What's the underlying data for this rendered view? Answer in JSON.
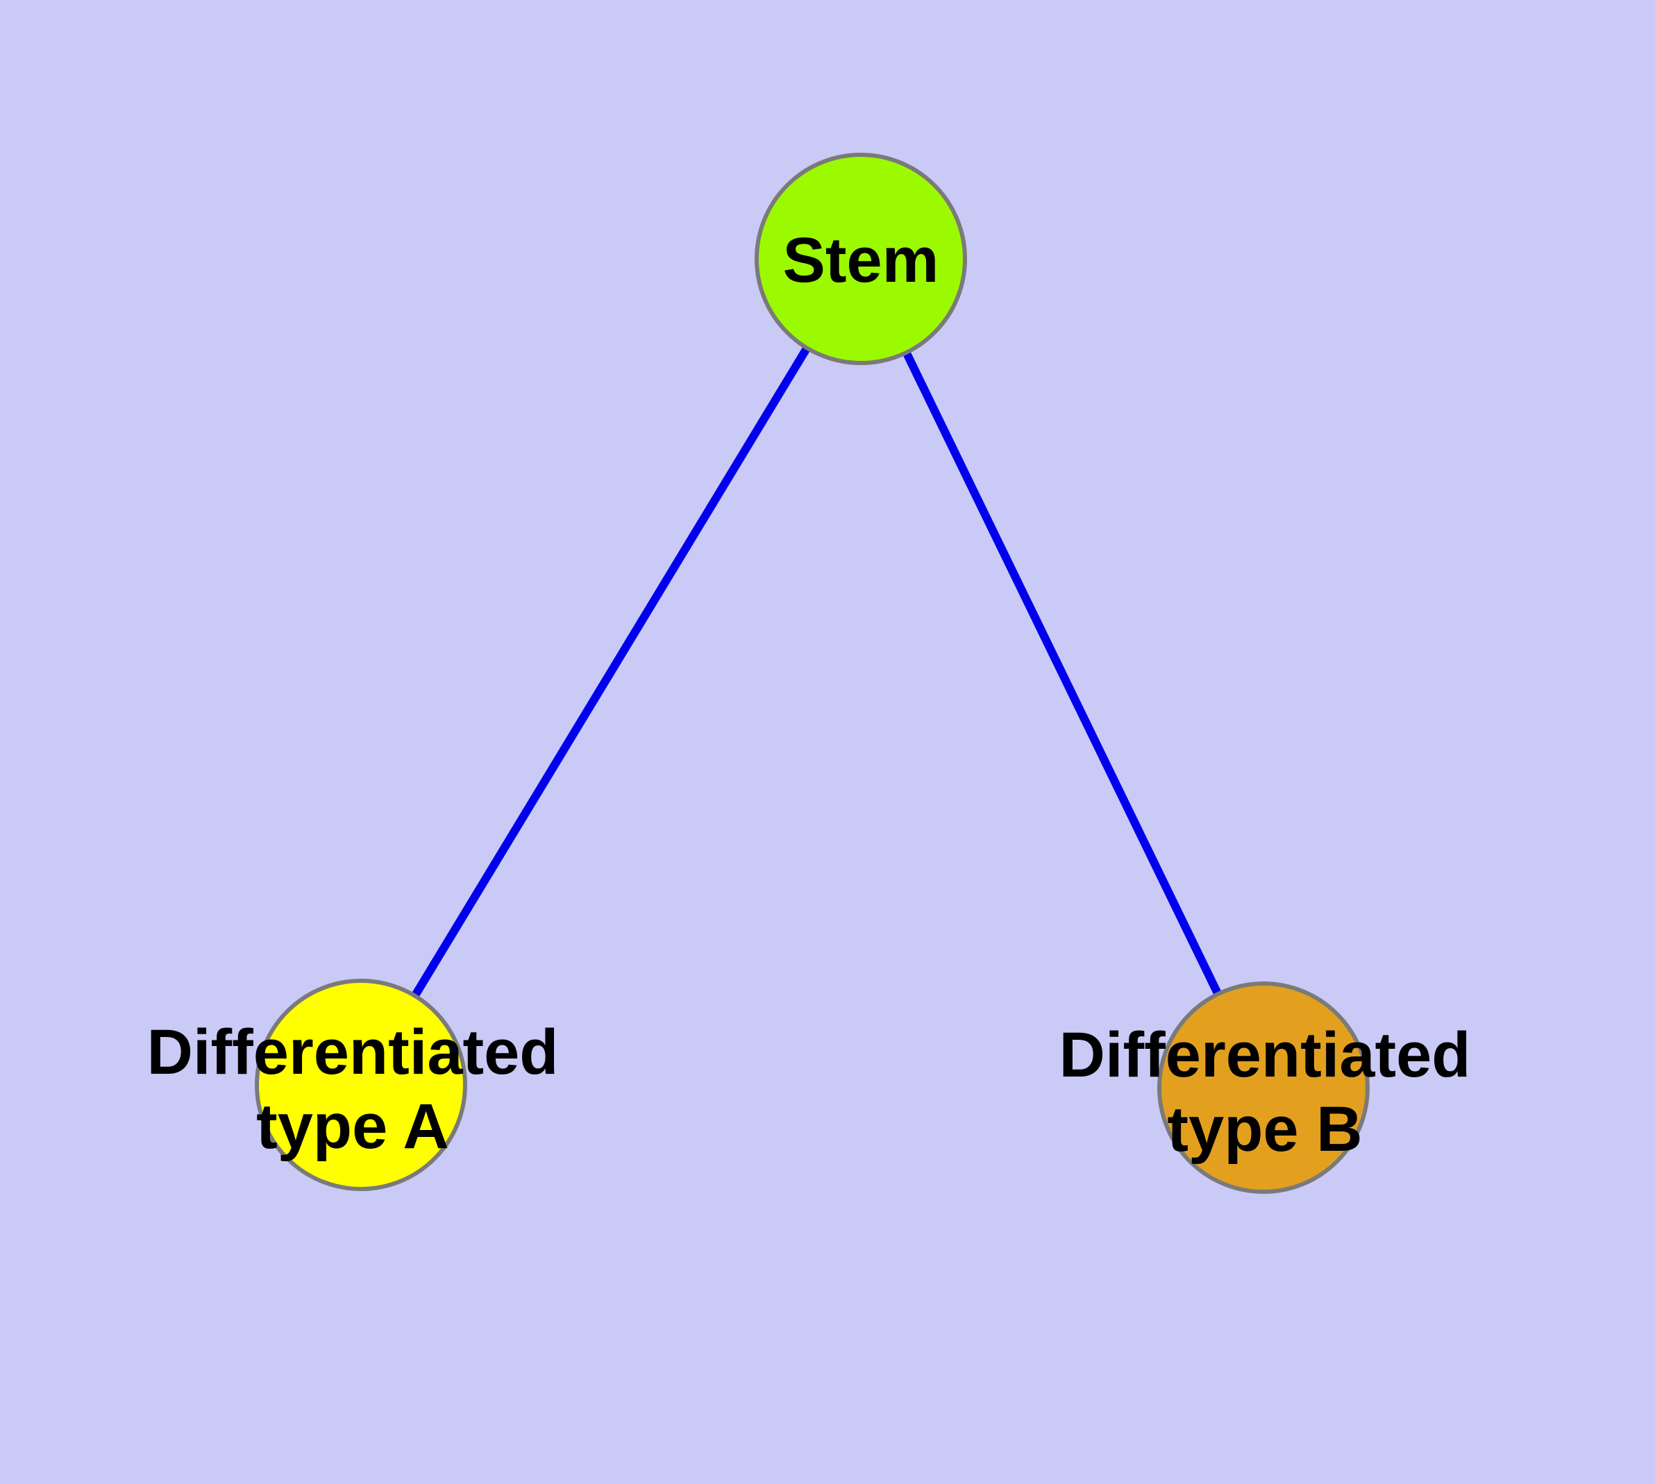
{
  "figure": {
    "type": "node-link-diagram",
    "background_color": "#cacaf6",
    "edge_color": "#0000ee",
    "node_border_color": "#7a7a7a",
    "text_color": "#000000",
    "nodes": [
      {
        "id": "stem",
        "label": "Stem",
        "label_line1": "Stem",
        "label_line2": "",
        "fill": "#9cfa00"
      },
      {
        "id": "type-a",
        "label": "Differentiated type A",
        "label_line1": "Differentiated",
        "label_line2": "type A",
        "fill": "#ffff00"
      },
      {
        "id": "type-b",
        "label": "Differentiated type B",
        "label_line1": "Differentiated",
        "label_line2": "type B",
        "fill": "#e3a01f"
      }
    ],
    "edges": [
      {
        "from": "Stem",
        "to": "Differentiated type A"
      },
      {
        "from": "Stem",
        "to": "Differentiated type B"
      }
    ]
  }
}
